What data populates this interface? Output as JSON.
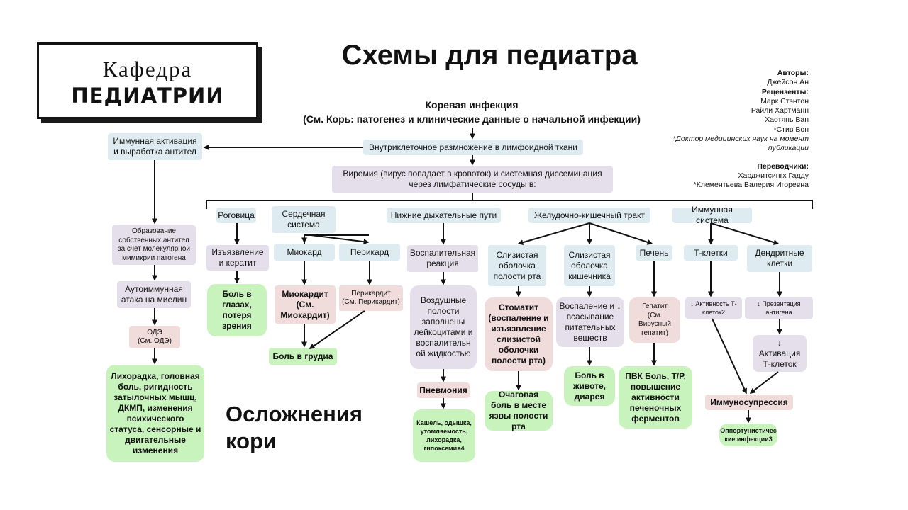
{
  "logo": {
    "line1": "Кафедра",
    "line2": "ПЕДИАТРИИ"
  },
  "title": "Схемы для педиатра",
  "credits": {
    "authors_label": "Авторы:",
    "authors": "Джейсон Ан",
    "reviewers_label": "Рецензенты:",
    "reviewers": [
      "Марк Стэнтон",
      "Райли Хартманн",
      "Хаотянь Ван",
      "*Стив Вон"
    ],
    "note": "*Доктор медицинских наук на момент публикации",
    "translators_label": "Переводчики:",
    "translators": [
      "Харджитсингх  Гадду",
      "*Клементьева Валерия Игоревна"
    ]
  },
  "complications_title": "Осложнения кори",
  "root": {
    "line1": "Коревая инфекция",
    "line2": "(См. Корь: патогенез и клинические данные о начальной инфекции)"
  },
  "nodes": {
    "replication": "Внутриклеточное размножение в лимфоидной ткани",
    "immune_activation": "Иммунная активация и выработка антител",
    "viremia": "Виремия (вирус попадает в кровоток) и системная диссеминация через лимфатические сосуды в:",
    "autoantibodies": "Образование собственных антител за счет молекулярной мимикрии патогена",
    "autoimmune": "Аутоиммунная атака на миелин",
    "ade": "ОДЭ\n(См. ОДЭ)",
    "ade_symptoms": "Лихорадка, головная боль, ригидность затылочных мышц, ДКМП, изменения психического статуса, сенсорные и двигательные изменения",
    "cornea": "Роговица",
    "keratitis": "Изъязвление и кератит",
    "eye_symptoms": "Боль в глазах, потеря зрения",
    "heart": "Сердечная система",
    "myocardium": "Миокард",
    "pericardium": "Перикард",
    "myocarditis": "Миокардит (См. Миокардит)",
    "pericarditis": "Перикардит\n(См. Перикардит)",
    "chest_pain": "Боль в грудиа",
    "lower_airways": "Нижние дыхательные пути",
    "inflammatory": "Воспалительная реакция",
    "airspaces": "Воздушные полости заполнены лейкоцитами и воспалительн ой жидкостью",
    "pneumonia": "Пневмония",
    "pneumonia_symptoms": "Кашель, одышка, утомляемость, лихорадка, гипоксемия4",
    "gi": "Желудочно-кишечный тракт",
    "oral_mucosa": "Слизистая оболочка полости рта",
    "stomatitis": "Стоматит (воспаление и изъязвление слизистой оболочки полости рта)",
    "ulcer_pain": "Очаговая боль в месте язвы полости рта",
    "intestinal_mucosa": "Слизистая оболочка кишечника",
    "malabsorption": "Воспаление и ↓ всасывание питательных веществ",
    "abdominal_pain": "Боль в животе, диарея",
    "liver": "Печень",
    "hepatitis": "Гепатит\n(См. Вирусный гепатит)",
    "liver_symptoms": "ПВК Боль, Т/Р, повышение активности печеночных ферментов",
    "immune_system": "Иммунная система",
    "t_cells": "Т-клетки",
    "dendritic": "Дендритные клетки",
    "t_activity": "↓ Активность Т-клеток2",
    "antigen_presentation": "↓ Презентация антигена",
    "t_activation": "↓\nАктивация Т-клеток",
    "immunosuppression": "Иммуносупрессия",
    "opportunistic": "Оппортунистичес кие инфекции3"
  }
}
